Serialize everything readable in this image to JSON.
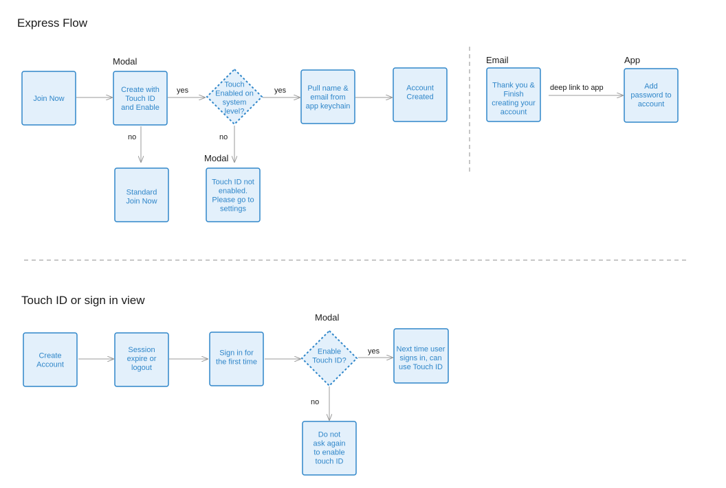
{
  "headings": {
    "express_flow": "Express Flow",
    "touch_id_view": "Touch ID or sign in view"
  },
  "section_labels": {
    "modal_create": "Modal",
    "modal_not_enabled": "Modal",
    "email": "Email",
    "app": "App",
    "modal_enable": "Modal"
  },
  "nodes": {
    "join_now": [
      "Join Now"
    ],
    "create_touch_id": [
      "Create with",
      "Touch ID",
      "and Enable"
    ],
    "touch_enabled": [
      "Touch",
      "Enabled on",
      "system",
      "level?"
    ],
    "pull_name": [
      "Pull name &",
      "email from",
      "app keychain"
    ],
    "account_created": [
      "Account",
      "Created"
    ],
    "standard_join": [
      "Standard",
      "Join Now"
    ],
    "touch_not_enabled": [
      "Touch ID not",
      "enabled.",
      "Please go to",
      "settings"
    ],
    "thank_you": [
      "Thank you &",
      "Finish",
      "creating your",
      "account"
    ],
    "add_password": [
      "Add",
      "password to",
      "account"
    ],
    "create_account": [
      "Create",
      "Account"
    ],
    "session_expire": [
      "Session",
      "expire or",
      "logout"
    ],
    "sign_in_first": [
      "Sign in for",
      "the first time"
    ],
    "enable_touch_id": [
      "Enable",
      "Touch ID?"
    ],
    "next_time": [
      "Next time user",
      "signs in, can",
      "use Touch ID"
    ],
    "do_not_ask": [
      "Do not",
      "ask again",
      "to enable",
      "touch ID"
    ]
  },
  "edge_labels": {
    "create_yes": "yes",
    "touch_yes": "yes",
    "create_no": "no",
    "touch_no": "no",
    "deep_link": "deep link to app",
    "enable_yes": "yes",
    "enable_no": "no"
  },
  "colors": {
    "node_fill": "#e3f0fb",
    "node_stroke": "#2f86c9",
    "node_text": "#2f86c9",
    "arrow": "#9a9a9a",
    "divider": "#8c8c8c"
  }
}
